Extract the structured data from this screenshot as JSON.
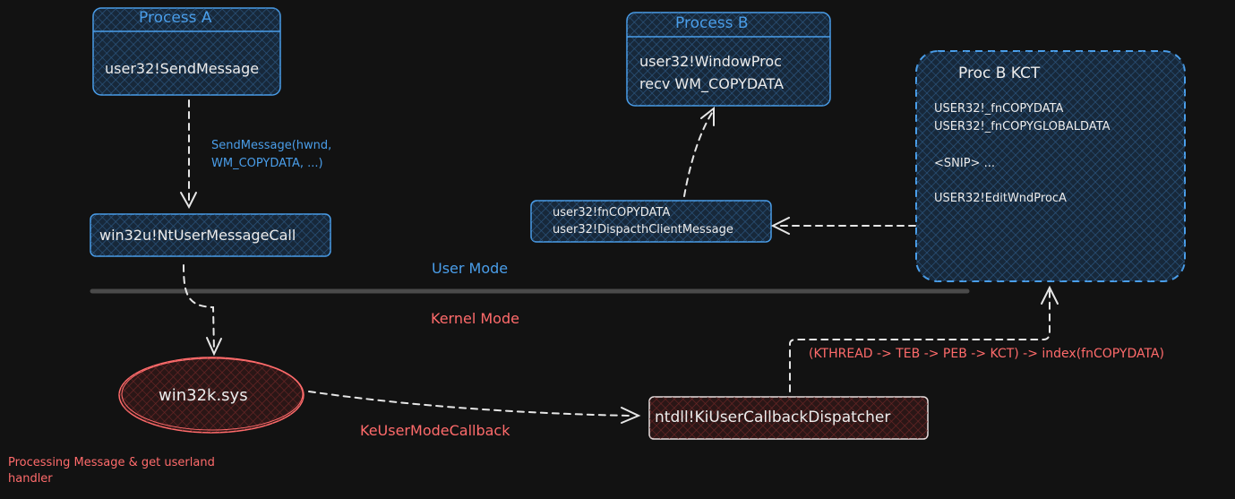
{
  "diagram": {
    "process_a": {
      "title": "Process A",
      "body": "user32!SendMessage"
    },
    "process_b": {
      "title": "Process B",
      "line1": "user32!WindowProc",
      "line2": "recv WM_COPYDATA"
    },
    "kct": {
      "title": "Proc B KCT",
      "entries": [
        "USER32!_fnCOPYDATA",
        "USER32!_fnCOPYGLOBALDATA",
        "<SNIP> ...",
        "USER32!EditWndProcA"
      ]
    },
    "ntusermessagecall": "win32u!NtUserMessageCall",
    "sendmessage_label_line1": "SendMessage(hwnd,",
    "sendmessage_label_line2": "WM_COPYDATA, ...)",
    "dispatch": {
      "line1": "user32!fnCOPYDATA",
      "line2": "user32!DispacthClientMessage"
    },
    "user_mode": "User Mode",
    "kernel_mode": "Kernel Mode",
    "win32k": "win32k.sys",
    "callback_label": "KeUserModeCallback",
    "dispatcher": "ntdll!KiUserCallbackDispatcher",
    "kct_path": "(KTHREAD -> TEB -> PEB -> KCT) -> index(fnCOPYDATA)",
    "processing_line1": "Processing Message & get userland",
    "processing_line2": "handler"
  },
  "colors": {
    "background": "#121212",
    "blue": "#4a9eea",
    "red": "#ff6b6b",
    "white": "#ececec",
    "divider": "#4a4a4a"
  }
}
